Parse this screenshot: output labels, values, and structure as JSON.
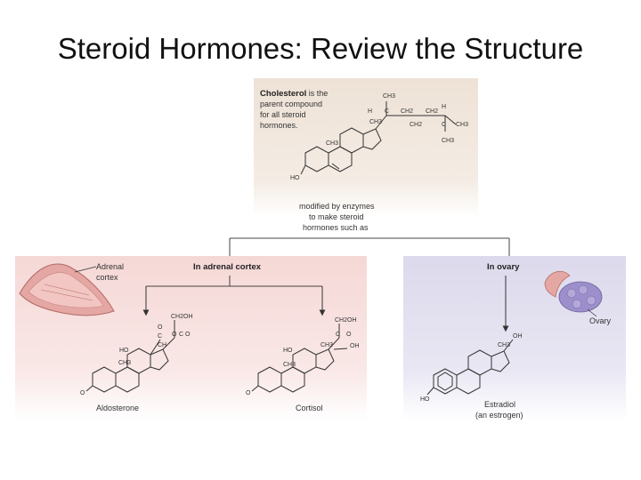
{
  "slide": {
    "title": "Steroid Hormones: Review the Structure"
  },
  "top_panel": {
    "bold": "Cholesterol",
    "rest_lines": [
      " is the",
      "parent compound",
      "for all steroid",
      "hormones."
    ],
    "chem_labels": [
      "CH3",
      "H",
      "CH2",
      "CH2",
      "H",
      "C",
      "C",
      "CH3",
      "CH3",
      "CH2",
      "CH3",
      "CH3",
      "HO"
    ]
  },
  "modified_text": [
    "modified by enzymes",
    "to make steroid",
    "hormones such as"
  ],
  "adrenal_panel": {
    "organ_label": [
      "Adrenal",
      "cortex"
    ],
    "header": "In adrenal cortex",
    "aldosterone": {
      "name": "Aldosterone",
      "chem_labels": [
        "CH2OH",
        "O",
        "C",
        "CH",
        "O",
        "C",
        "O",
        "HO",
        "CH3",
        "O"
      ]
    },
    "cortisol": {
      "name": "Cortisol",
      "chem_labels": [
        "CH2OH",
        "C",
        "O",
        "HO",
        "CH3",
        "OH",
        "CH3",
        "O"
      ]
    }
  },
  "ovary_panel": {
    "header": "In ovary",
    "organ_label": "Ovary",
    "estradiol": {
      "name": "Estradiol",
      "note": "(an estrogen)",
      "chem_labels": [
        "OH",
        "CH3",
        "HO"
      ]
    }
  },
  "colors": {
    "top_bg": "#efe4d8",
    "adrenal_bg": "#f6dcdc",
    "ovary_bg": "#dedced",
    "ovary_organ": "#9c8fcb",
    "adrenal_organ": "#e5a7a4"
  }
}
